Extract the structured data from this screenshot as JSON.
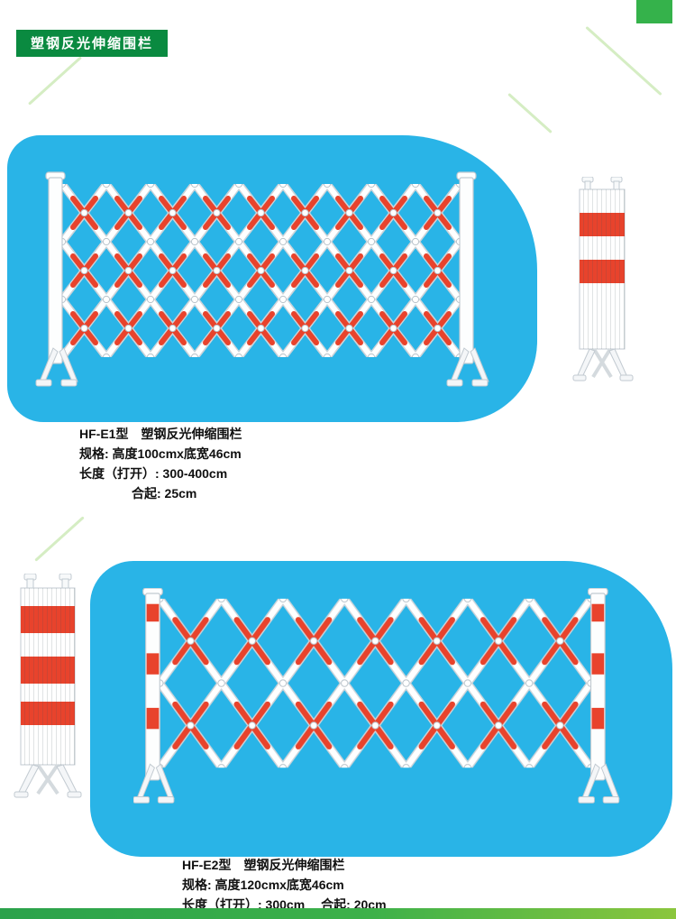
{
  "header": {
    "title": "塑钢反光伸缩围栏"
  },
  "products": [
    {
      "model": "HF-E1型",
      "product_name": "塑钢反光伸缩围栏",
      "spec": "规格: 高度100cmx底宽46cm",
      "length_open": "长度（打开）: 300-400cm",
      "folded": "合起: 25cm"
    },
    {
      "model": "HF-E2型",
      "product_name": "塑钢反光伸缩围栏",
      "spec": "规格: 高度120cmx底宽46cm",
      "length_open": "长度（打开）: 300cm",
      "folded": "合起: 20cm"
    }
  ],
  "illustrations": {
    "product1": [
      "expanded-telescopic-fence",
      "folded-telescopic-fence"
    ],
    "product2": [
      "folded-telescopic-fence",
      "expanded-telescopic-fence"
    ]
  },
  "colors": {
    "brand_green": "#35b24b",
    "title_bar_green": "#0a8a40",
    "panel_blue": "#29b4e7",
    "fence_red": "#e8432c"
  }
}
